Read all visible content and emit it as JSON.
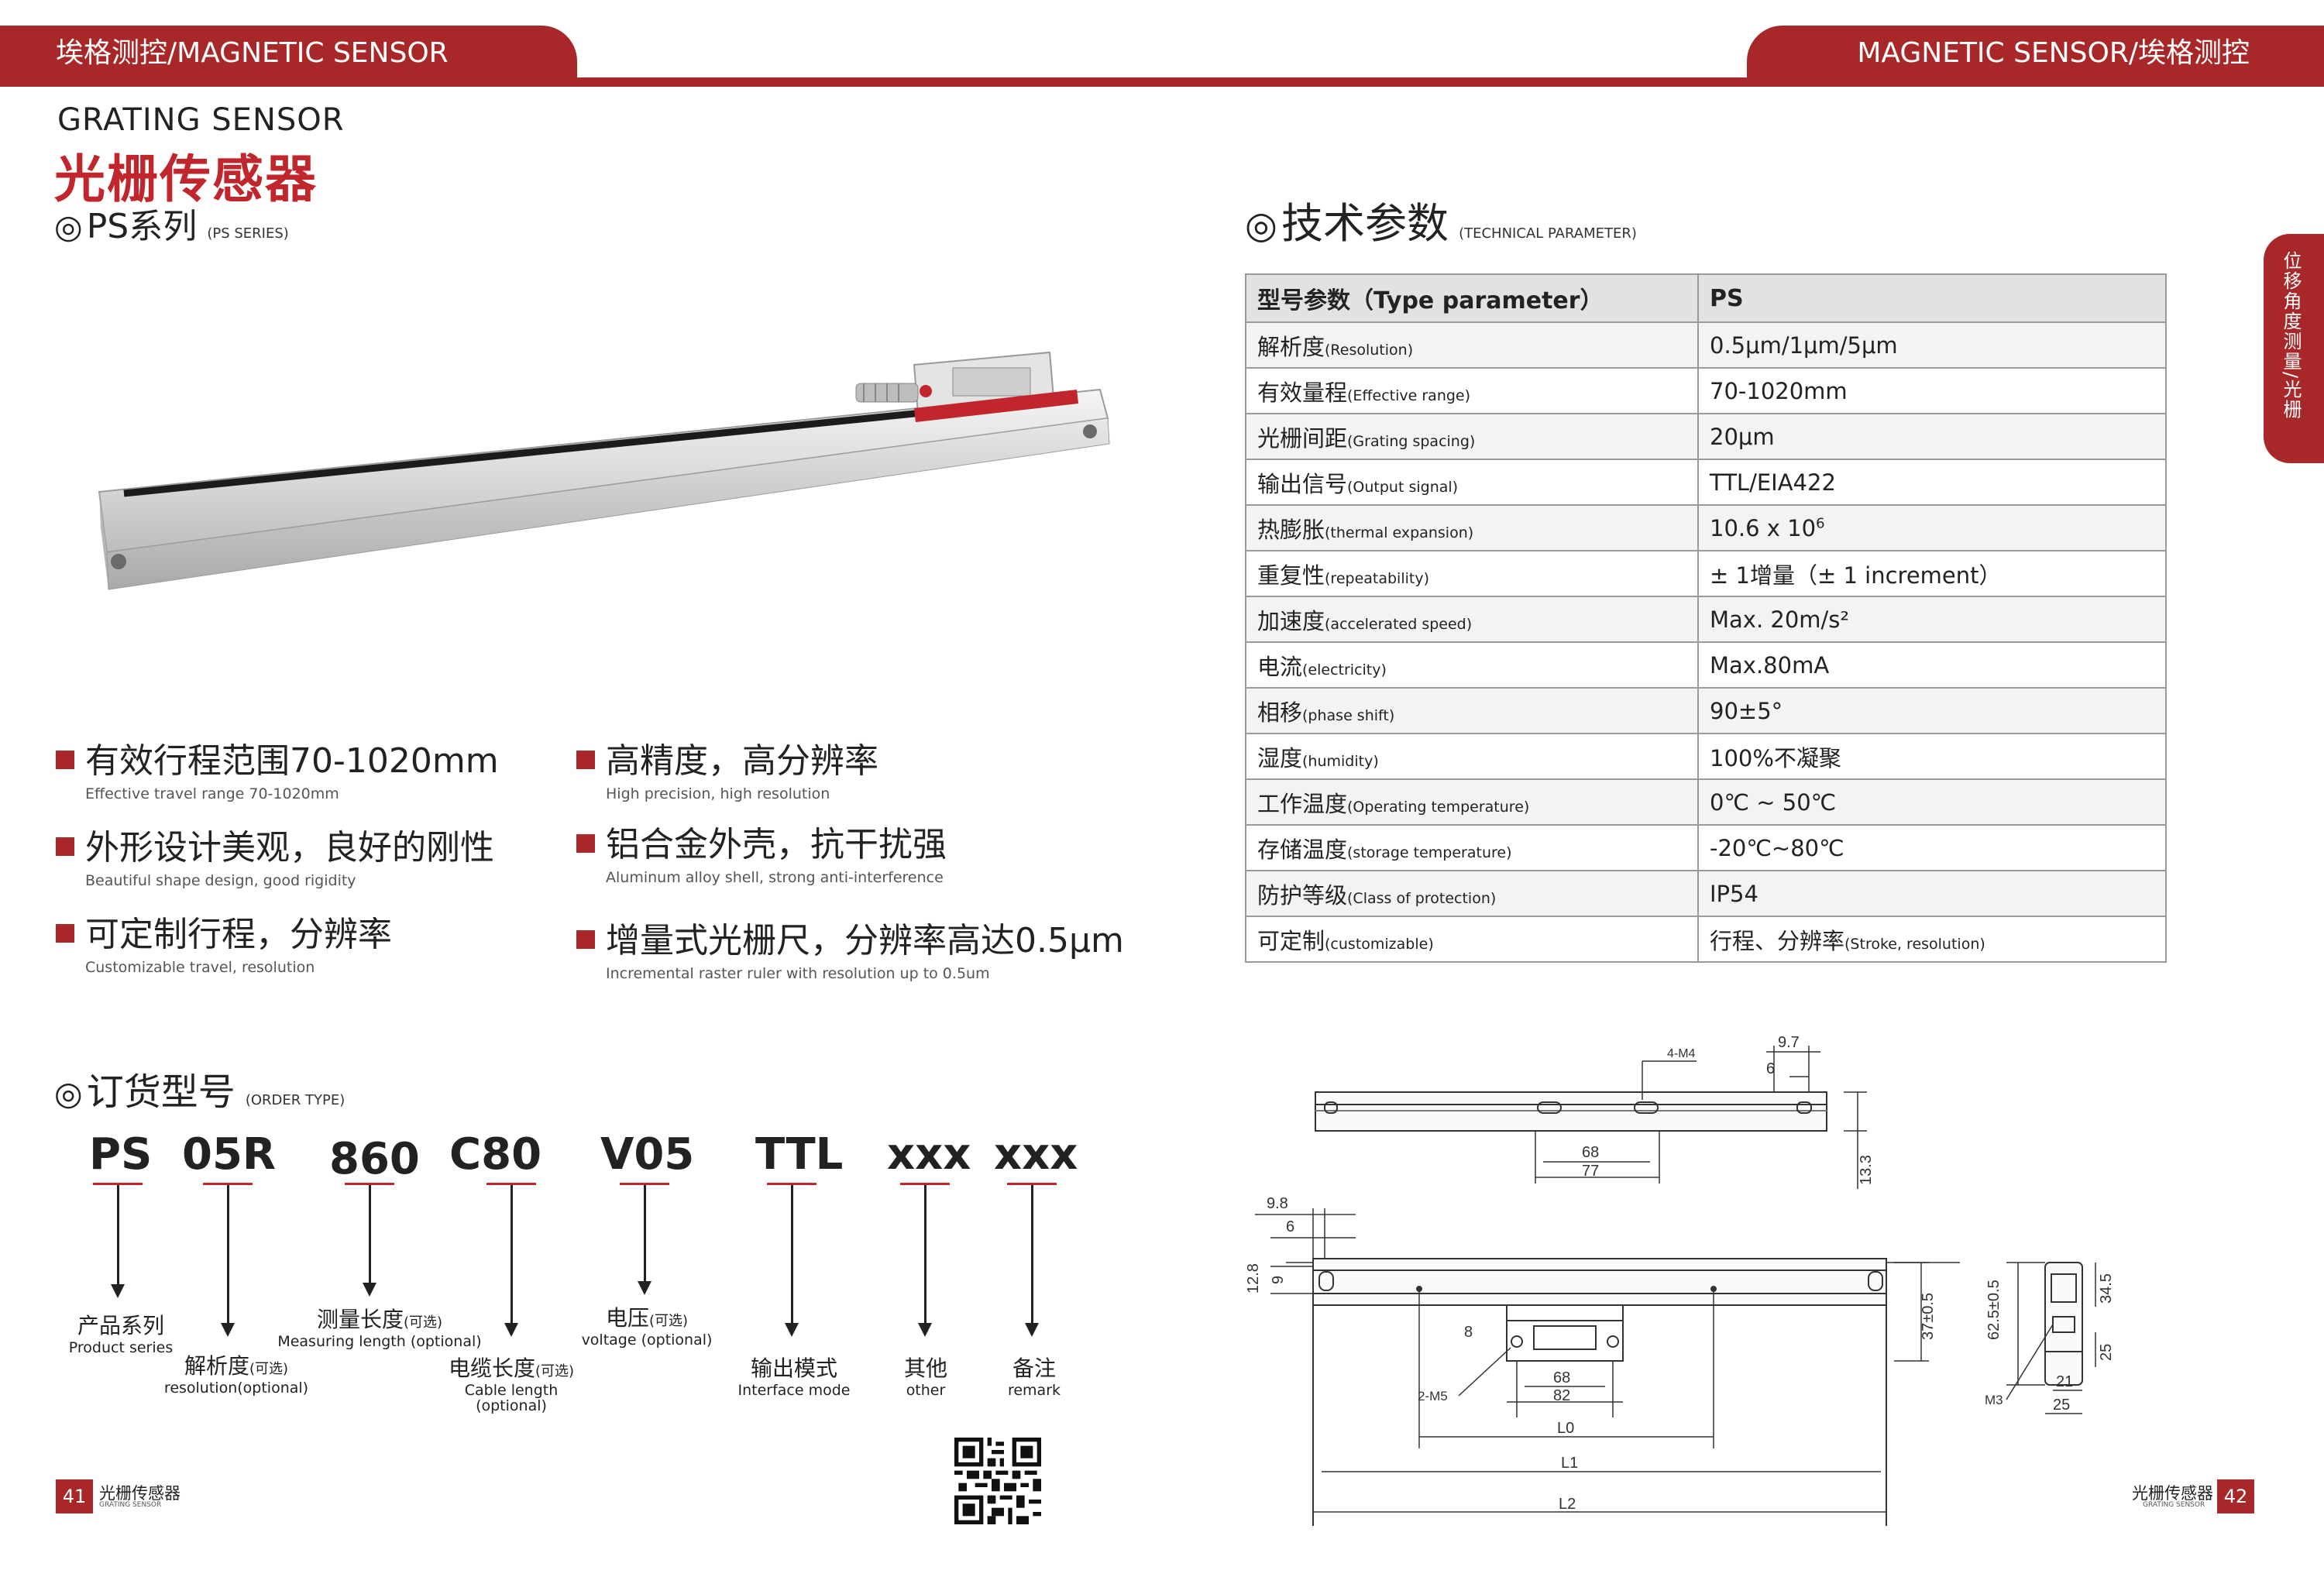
{
  "header": {
    "left_tab": "埃格测控/MAGNETIC SENSOR",
    "right_tab": "MAGNETIC SENSOR/埃格测控"
  },
  "product": {
    "title_en": "GRATING SENSOR",
    "title_cn": "光栅传感器",
    "series_cn": "PS系列",
    "series_en": "(PS SERIES)",
    "circle_symbol": "◎"
  },
  "features": [
    {
      "cn": "有效行程范围70-1020mm",
      "en": "Effective travel range 70-1020mm"
    },
    {
      "cn": "高精度，高分辨率",
      "en": "High precision, high resolution"
    },
    {
      "cn": "外形设计美观，良好的刚性",
      "en": "Beautiful shape design, good rigidity"
    },
    {
      "cn": "铝合金外壳，抗干扰强",
      "en": "Aluminum alloy shell, strong anti-interference"
    },
    {
      "cn": "可定制行程，分辨率",
      "en": "Customizable travel, resolution"
    },
    {
      "cn": "增量式光栅尺，分辨率高达0.5μm",
      "en": "Incremental raster ruler with resolution up to 0.5um"
    }
  ],
  "order": {
    "title_cn": "订货型号",
    "title_en": "(ORDER TYPE)",
    "codes": [
      "PS",
      "05R",
      "860",
      "C80",
      "V05",
      "TTL",
      "xxx",
      "xxx"
    ],
    "labels": [
      {
        "cn": "产品系列",
        "opt": "",
        "en": "Product series"
      },
      {
        "cn": "解析度",
        "opt": "(可选)",
        "en": "resolution(optional)"
      },
      {
        "cn": "测量长度",
        "opt": "(可选)",
        "en": "Measuring length (optional)"
      },
      {
        "cn": "电缆长度",
        "opt": "(可选)",
        "en": "Cable length (optional)"
      },
      {
        "cn": "电压",
        "opt": "(可选)",
        "en": "voltage (optional)"
      },
      {
        "cn": "输出模式",
        "opt": "",
        "en": "Interface mode"
      },
      {
        "cn": "其他",
        "opt": "",
        "en": "other"
      },
      {
        "cn": "备注",
        "opt": "",
        "en": "remark"
      }
    ]
  },
  "tech": {
    "title_cn": "技术参数",
    "title_en": "(TECHNICAL PARAMETER)",
    "header": {
      "k": "型号参数（Type parameter）",
      "v": "PS"
    },
    "rows": [
      {
        "cn": "解析度",
        "en": "(Resolution)",
        "v": "0.5μm/1μm/5μm"
      },
      {
        "cn": "有效量程",
        "en": "(Effective range)",
        "v": "70-1020mm"
      },
      {
        "cn": "光栅间距",
        "en": "(Grating spacing)",
        "v": "20μm"
      },
      {
        "cn": "输出信号",
        "en": "(Output signal)",
        "v": "TTL/EIA422"
      },
      {
        "cn": "热膨胀",
        "en": "(thermal expansion)",
        "v": "10.6 x 10",
        "sup": "6"
      },
      {
        "cn": "重复性",
        "en": "(repeatability)",
        "v": "± 1增量（± 1 increment）"
      },
      {
        "cn": "加速度",
        "en": "(accelerated speed)",
        "v": "Max. 20m/s²"
      },
      {
        "cn": "电流",
        "en": "(electricity)",
        "v": "Max.80mA"
      },
      {
        "cn": "相移",
        "en": "(phase shift)",
        "v": "90±5°"
      },
      {
        "cn": "湿度",
        "en": "(humidity)",
        "v": "100%不凝聚"
      },
      {
        "cn": "工作温度",
        "en": "(Operating temperature)",
        "v": "0℃ ~ 50℃"
      },
      {
        "cn": "存储温度",
        "en": "(storage temperature)",
        "v": "-20℃~80℃"
      },
      {
        "cn": "防护等级",
        "en": "(Class of protection)",
        "v": "IP54"
      },
      {
        "cn": "可定制",
        "en": "(customizable)",
        "v": "行程、分辨率",
        "v_en": "(Stroke, resolution)"
      }
    ]
  },
  "side_tab": "位移角度测量/光栅",
  "drawing": {
    "dims": [
      "4-M4",
      "9.7",
      "6",
      "68",
      "77",
      "13.3",
      "9.8",
      "6",
      "12.8",
      "9",
      "37±0.5",
      "8",
      "2-M5",
      "68",
      "82",
      "L0",
      "L1",
      "L2",
      "62.5±0.5",
      "34.5",
      "25",
      "M3",
      "21",
      "25"
    ]
  },
  "footer": {
    "left_page": "41",
    "right_page": "42",
    "label_cn": "光栅传感器",
    "label_en": "GRATING SENSOR"
  },
  "colors": {
    "brand_red": "#a8282a",
    "title_red": "#c0262c"
  }
}
